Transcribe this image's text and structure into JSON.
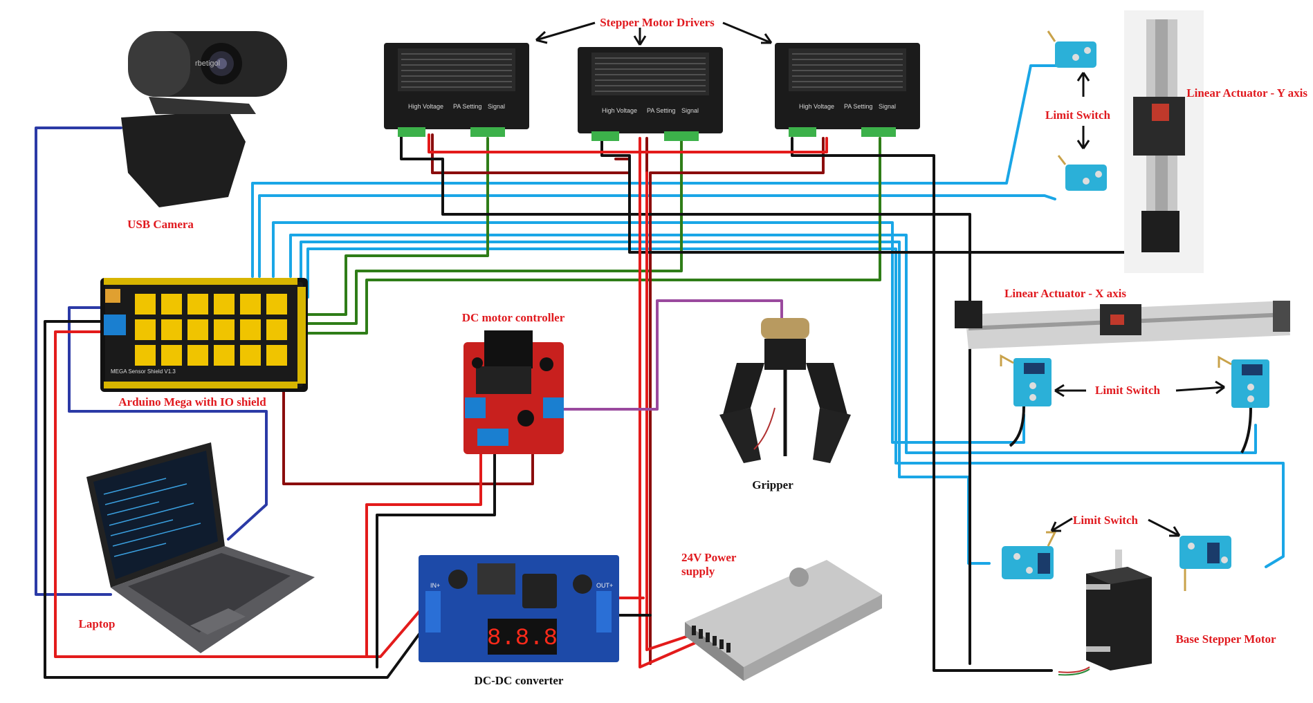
{
  "labels": {
    "stepper_drivers": "Stepper Motor Drivers",
    "usb_camera": "USB Camera",
    "arduino": "Arduino Mega with IO shield",
    "laptop": "Laptop",
    "dc_motor_controller": "DC motor controller",
    "gripper": "Gripper",
    "dc_dc_converter": "DC-DC converter",
    "power_supply_line1": "24V Power",
    "power_supply_line2": "supply",
    "limit_switch_y": "Limit Switch",
    "linear_actuator_y": "Linear Actuator - Y axis",
    "linear_actuator_x": "Linear Actuator - X axis",
    "limit_switch_x": "Limit Switch",
    "limit_switch_base": "Limit Switch",
    "base_stepper_motor": "Base Stepper Motor"
  },
  "device_text": {
    "camera_brand": "rbetigol",
    "driver_section_1": "High Voltage",
    "driver_section_2": "PA Setting",
    "driver_section_3": "Signal",
    "shield_name": "MEGA Sensor Shield V1.3",
    "display_digits": "8.8.8",
    "dcdc_in": "IN+",
    "dcdc_out": "OUT+"
  },
  "colors": {
    "label_red": "#e0191e",
    "signal_blue": "#1aa6e6",
    "power_red": "#e31b1b",
    "dark_red": "#8b0d0d",
    "ground_black": "#111111",
    "step_green": "#2f7d18",
    "usb_navy": "#2b3aa6",
    "gripper_purple": "#9a4a9e"
  }
}
